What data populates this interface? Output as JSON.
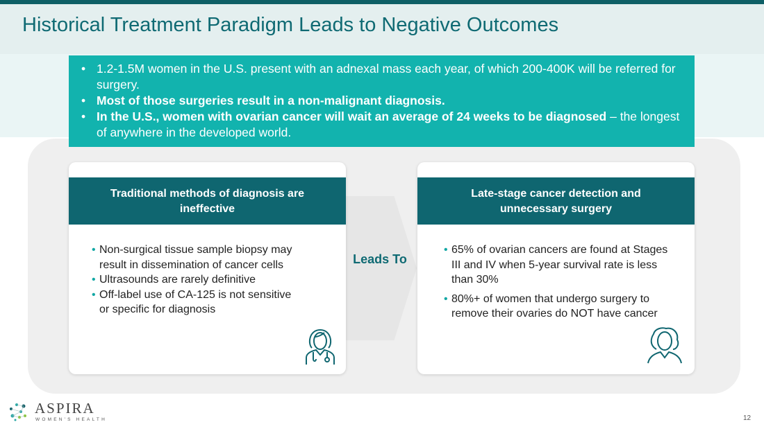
{
  "title": "Historical Treatment Paradigm Leads to Negative Outcomes",
  "bullets": [
    {
      "text": "1.2-1.5M women in the U.S. present with an adnexal mass each year, of which 200-400K will be referred for surgery."
    },
    {
      "bold": "Most of those surgeries result in a non-malignant diagnosis."
    },
    {
      "bold": "In the U.S., women with ovarian cancer will wait an average of 24 weeks to be diagnosed",
      "rest": " – the longest of anywhere in the developed world."
    }
  ],
  "left_card": {
    "header": "Traditional methods of diagnosis are ineffective",
    "items": [
      "Non-surgical tissue sample biopsy may result in dissemination of cancer cells",
      "Ultrasounds are rarely definitive",
      "Off-label use of CA-125 is not sensitive or specific for diagnosis"
    ]
  },
  "connector": "Leads To",
  "right_card": {
    "header": "Late-stage cancer detection and unnecessary surgery",
    "items": [
      "65% of ovarian cancers are found at Stages III and IV when 5-year survival rate is less than 30%",
      "80%+ of women that undergo surgery to remove their ovaries do NOT have cancer"
    ]
  },
  "logo": {
    "name": "ASPIRA",
    "sub": "WOMEN'S HEALTH"
  },
  "page_number": "12"
}
